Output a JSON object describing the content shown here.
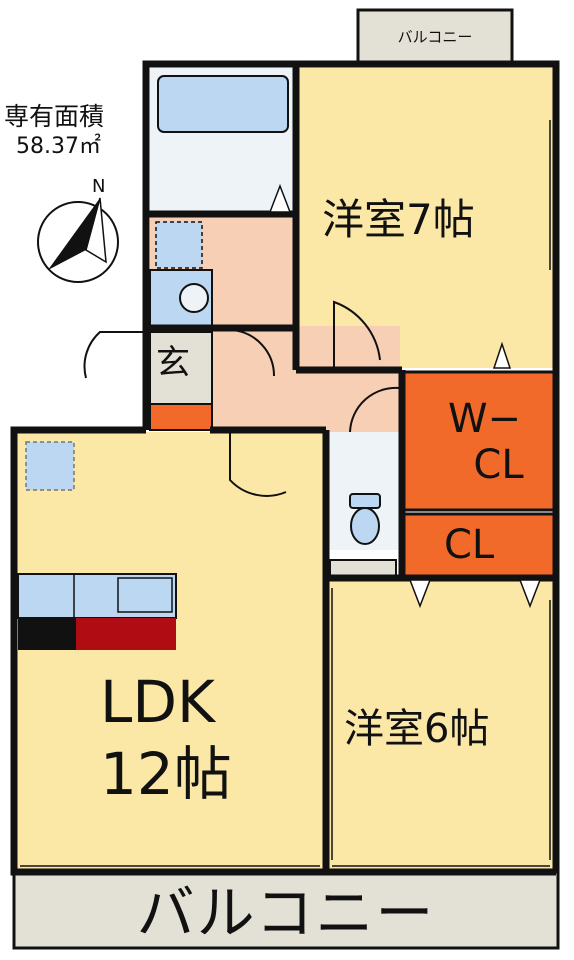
{
  "floor_plan": {
    "area_title": "専有面積",
    "area_value": "58.37㎡",
    "north_label": "N",
    "rooms": {
      "western_room_7": "洋室7帖",
      "western_room_6": "洋室6帖",
      "walk_in_closet": "W−\n  CL",
      "closet": "CL",
      "ldk_line1": "LDK",
      "ldk_line2": "12帖",
      "entrance": "玄"
    },
    "balcony_top": "バルコニー",
    "balcony_bottom": "バルコニー"
  },
  "colors": {
    "wall": "#111111",
    "room_fill": "#fbe7a6",
    "corridor_fill": "#f7cfb5",
    "closet_fill": "#f26a2a",
    "balcony_fill": "#e3e1d6",
    "bath_fill": "#bcd7f2",
    "wet_fill": "#eef3f8",
    "kitchen_red": "#b00c14"
  }
}
